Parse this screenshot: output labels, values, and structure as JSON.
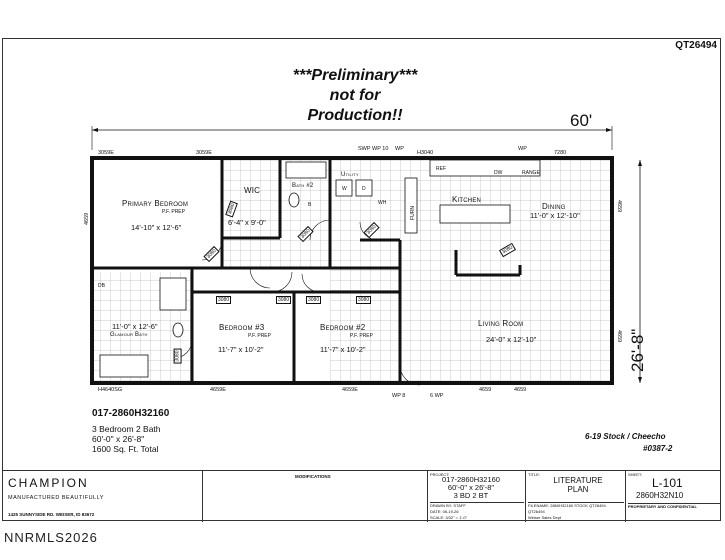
{
  "sheet_id": "QT26494",
  "preliminary": [
    "***Preliminary***",
    "not for",
    "Production!!"
  ],
  "overall_dims": {
    "length": "60'",
    "width": "26'-8\""
  },
  "rooms": [
    {
      "name": "Primary Bedroom",
      "dims": "14'-10\" x 12'-6\"",
      "note": "P.F. PREP"
    },
    {
      "name": "WIC",
      "dims": "6'-4\" x 9'-0\""
    },
    {
      "name": "Bath #2",
      "dims": ""
    },
    {
      "name": "Utility",
      "dims": ""
    },
    {
      "name": "Kitchen",
      "dims": ""
    },
    {
      "name": "Dining",
      "dims": "11'-0\" x 12'-10\""
    },
    {
      "name": "Glamour Bath",
      "dims": "11'-0\" x 12'-6\""
    },
    {
      "name": "Bedroom #3",
      "dims": "11'-7\" x 10'-2\"",
      "note": "P.F. PREP"
    },
    {
      "name": "Bedroom #2",
      "dims": "11'-7\" x 10'-2\"",
      "note": "P.F. PREP"
    },
    {
      "name": "Living Room",
      "dims": "24'-0\" x 12'-10\""
    }
  ],
  "windows": [
    "3059E",
    "3059E",
    "4659",
    "4659E",
    "4659E",
    "4659",
    "4659",
    "4659",
    "4659",
    "H4640SG",
    "H3040",
    "7280",
    "WP",
    "WP",
    "SWP",
    "WP 10",
    "WP 8",
    "6 WP"
  ],
  "doors": [
    "3080",
    "3080",
    "3080",
    "3080",
    "3080",
    "3080",
    "3080",
    "3080",
    "3080",
    "3080"
  ],
  "fixtures": [
    "DB",
    "DW",
    "REF",
    "W",
    "D",
    "B",
    "WH",
    "FURN",
    "RANGE"
  ],
  "model": "017-2860H32160",
  "specs": [
    "3 Bedroom 2 Bath",
    "60'-0\" x 26'-8\"",
    "1600 Sq. Ft. Total"
  ],
  "stock": [
    "6-19 Stock / Cheecho",
    "#0387-2"
  ],
  "title_block": {
    "brand": "CHAMPION",
    "brand_tag": "MANUFACTURED BEAUTIFULLY",
    "address": "1425 SUNNYSIDE RD. WEISER, ID 83672",
    "modifications": "MODIFICATIONS",
    "project_label": "PROJECT:",
    "project": [
      "017-2860H32160",
      "60'-0\" x 26'-8\"",
      "3 BD 2 BT"
    ],
    "project_meta": [
      "DRAWN BY: STAFF",
      "DATE: 06-19-26",
      "SCALE: 3/32\" = 1'-0\""
    ],
    "title_label": "TITLE:",
    "title": [
      "LITERATURE",
      "PLAN"
    ],
    "file_meta": [
      "FILENAME: 2860H32160 STOCK QT26494",
      "QT26494",
      "Weiser Sales Dept"
    ],
    "sheet_label": "SHEET:",
    "sheet": "L-101",
    "sheet_sub": "2860H32N10",
    "proprietary": "PROPRIETARY AND CONFIDENTIAL"
  },
  "watermark": "NNRMLS2026"
}
